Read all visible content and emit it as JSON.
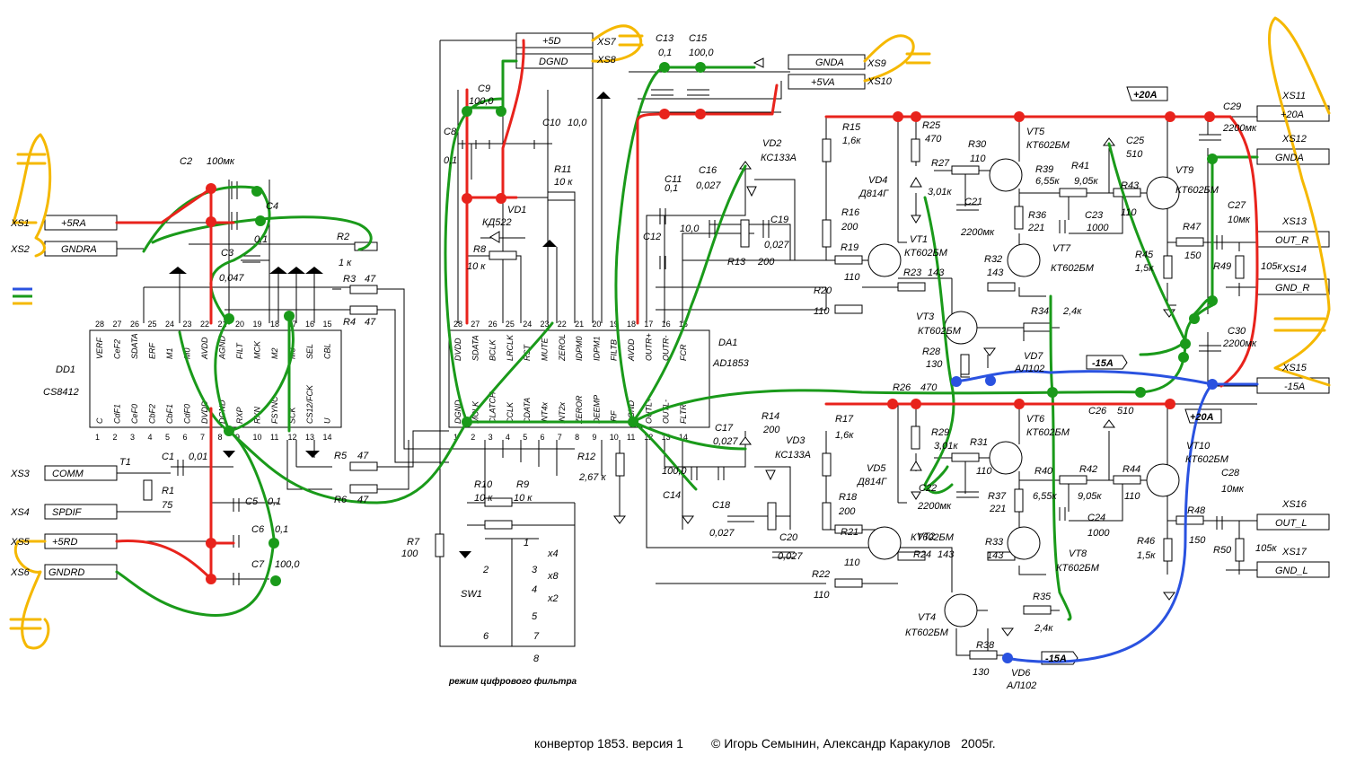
{
  "diagram": {
    "footer": "конвертор 1853. версия 1        © Игорь Семынин, Александр Каракулов   2005г.",
    "caption_filter": "режим цифрового фильтра",
    "chips": {
      "dd1": {
        "ref": "DD1",
        "name": "CS8412",
        "top_pins": [
          "VERF",
          "CeF2",
          "SDATA",
          "ERF",
          "M1",
          "M0",
          "AVDD",
          "AGND",
          "FILT",
          "MCK",
          "M2",
          "M3",
          "SEL",
          "CBL"
        ],
        "top_nums": [
          "28",
          "27",
          "26",
          "25",
          "24",
          "23",
          "22",
          "21",
          "20",
          "19",
          "18",
          "17",
          "16",
          "15"
        ],
        "bot_pins": [
          "C",
          "CdF1",
          "CeF0",
          "CbF2",
          "CbF1",
          "CdF0",
          "DVDD",
          "DGND",
          "RXP",
          "RXN",
          "FSYNC",
          "SCK",
          "CS12/FCK",
          "U"
        ],
        "bot_nums": [
          "1",
          "2",
          "3",
          "4",
          "5",
          "6",
          "7",
          "8",
          "9",
          "10",
          "11",
          "12",
          "13",
          "14"
        ]
      },
      "da1": {
        "ref": "DA1",
        "name": "AD1853",
        "top_pins": [
          "DVDD",
          "SDATA",
          "BCLK",
          "LRCLK",
          "RST",
          "MUTE",
          "ZEROL",
          "IDPM0",
          "IDPM1",
          "FILTB",
          "AVDD",
          "OUTR+",
          "OUTR-",
          "FCR"
        ],
        "top_nums": [
          "28",
          "27",
          "26",
          "25",
          "24",
          "23",
          "22",
          "21",
          "20",
          "19",
          "18",
          "17",
          "16",
          "15"
        ],
        "bot_pins": [
          "DGND",
          "MCLK",
          "CLATCH",
          "CCLK",
          "CDATA",
          "INT4x",
          "INT2x",
          "ZEROR",
          "DEEMP",
          "IRF",
          "AGND",
          "OUTL+",
          "OUTL-",
          "FLTR"
        ],
        "bot_nums": [
          "1",
          "2",
          "3",
          "4",
          "5",
          "6",
          "7",
          "8",
          "9",
          "10",
          "11",
          "12",
          "13",
          "14"
        ]
      }
    },
    "connectors": [
      {
        "ref": "XS1",
        "label": "+5RA"
      },
      {
        "ref": "XS2",
        "label": "GNDRA"
      },
      {
        "ref": "XS3",
        "label": "COMM"
      },
      {
        "ref": "XS4",
        "label": "SPDIF"
      },
      {
        "ref": "XS5",
        "label": "+5RD"
      },
      {
        "ref": "XS6",
        "label": "GNDRD"
      },
      {
        "ref": "XS7",
        "label": "+5D"
      },
      {
        "ref": "XS8",
        "label": "DGND"
      },
      {
        "ref": "XS9",
        "label": "GNDA"
      },
      {
        "ref": "XS10",
        "label": "+5VA"
      },
      {
        "ref": "XS11",
        "label": "+20A"
      },
      {
        "ref": "XS12",
        "label": "GNDA"
      },
      {
        "ref": "XS13",
        "label": "OUT_R"
      },
      {
        "ref": "XS14",
        "label": "GND_R"
      },
      {
        "ref": "XS15",
        "label": "-15A"
      },
      {
        "ref": "XS16",
        "label": "OUT_L"
      },
      {
        "ref": "XS17",
        "label": "GND_L"
      }
    ],
    "rail_tags": {
      "p20a_top": "+20A",
      "m15a_mid": "-15A",
      "p20a_mid": "+20A",
      "m15a_bot": "-15A"
    },
    "labels": [
      {
        "t": "C2"
      },
      {
        "t": "100мк"
      },
      {
        "t": "C4"
      },
      {
        "t": "0,1"
      },
      {
        "t": "C3"
      },
      {
        "t": "0,047"
      },
      {
        "t": "R2"
      },
      {
        "t": "1 к"
      },
      {
        "t": "R3"
      },
      {
        "t": "47"
      },
      {
        "t": "R4"
      },
      {
        "t": "47"
      },
      {
        "t": "C1"
      },
      {
        "t": "0,01"
      },
      {
        "t": "T1"
      },
      {
        "t": "R1"
      },
      {
        "t": "75"
      },
      {
        "t": "C5"
      },
      {
        "t": "0,1"
      },
      {
        "t": "C6"
      },
      {
        "t": "0,1"
      },
      {
        "t": "C7"
      },
      {
        "t": "100,0"
      },
      {
        "t": "R5"
      },
      {
        "t": "47"
      },
      {
        "t": "R6"
      },
      {
        "t": "47"
      },
      {
        "t": "C9"
      },
      {
        "t": "100,0"
      },
      {
        "t": "C8"
      },
      {
        "t": "0,1"
      },
      {
        "t": "C10"
      },
      {
        "t": "10,0"
      },
      {
        "t": "R11"
      },
      {
        "t": "10 к"
      },
      {
        "t": "VD1"
      },
      {
        "t": "КД522"
      },
      {
        "t": "R8"
      },
      {
        "t": "10 к"
      },
      {
        "t": "C13"
      },
      {
        "t": "0,1"
      },
      {
        "t": "C15"
      },
      {
        "t": "100,0"
      },
      {
        "t": "C11"
      },
      {
        "t": "0,1"
      },
      {
        "t": "C12"
      },
      {
        "t": "10,0"
      },
      {
        "t": "C16"
      },
      {
        "t": "0,027"
      },
      {
        "t": "VD2"
      },
      {
        "t": "КС133А"
      },
      {
        "t": "R13"
      },
      {
        "t": "200"
      },
      {
        "t": "C19"
      },
      {
        "t": "0,027"
      },
      {
        "t": "R16"
      },
      {
        "t": "200"
      },
      {
        "t": "R15"
      },
      {
        "t": "1,6к"
      },
      {
        "t": "R19"
      },
      {
        "t": "110"
      },
      {
        "t": "R20"
      },
      {
        "t": "110"
      },
      {
        "t": "R25"
      },
      {
        "t": "470"
      },
      {
        "t": "R27"
      },
      {
        "t": "3,01к"
      },
      {
        "t": "VD4"
      },
      {
        "t": "Д814Г"
      },
      {
        "t": "C21"
      },
      {
        "t": "2200мк"
      },
      {
        "t": "R30"
      },
      {
        "t": "110"
      },
      {
        "t": "VT5"
      },
      {
        "t": "КТ602БМ"
      },
      {
        "t": "R39"
      },
      {
        "t": "6,55к"
      },
      {
        "t": "R41"
      },
      {
        "t": "9,05к"
      },
      {
        "t": "R43"
      },
      {
        "t": "110"
      },
      {
        "t": "C25"
      },
      {
        "t": "510"
      },
      {
        "t": "VT9"
      },
      {
        "t": "КТ602БМ"
      },
      {
        "t": "C29"
      },
      {
        "t": "2200мк"
      },
      {
        "t": "R36"
      },
      {
        "t": "221"
      },
      {
        "t": "C23"
      },
      {
        "t": "1000"
      },
      {
        "t": "VT1"
      },
      {
        "t": "КТ602БМ"
      },
      {
        "t": "R23"
      },
      {
        "t": "143"
      },
      {
        "t": "R32"
      },
      {
        "t": "143"
      },
      {
        "t": "VT7"
      },
      {
        "t": "КТ602БМ"
      },
      {
        "t": "R47"
      },
      {
        "t": "150"
      },
      {
        "t": "C27"
      },
      {
        "t": "10мк"
      },
      {
        "t": "R45"
      },
      {
        "t": "1,5к"
      },
      {
        "t": "R49"
      },
      {
        "t": "105к"
      },
      {
        "t": "VT3"
      },
      {
        "t": "КТ602БМ"
      },
      {
        "t": "R34"
      },
      {
        "t": "2,4к"
      },
      {
        "t": "R28"
      },
      {
        "t": "130"
      },
      {
        "t": "VD7"
      },
      {
        "t": "АЛ102"
      },
      {
        "t": "C30"
      },
      {
        "t": "2200мк"
      },
      {
        "t": "R26"
      },
      {
        "t": "470"
      },
      {
        "t": "C26"
      },
      {
        "t": "510"
      },
      {
        "t": "R17"
      },
      {
        "t": "1,6к"
      },
      {
        "t": "R29"
      },
      {
        "t": "3,01к"
      },
      {
        "t": "R31"
      },
      {
        "t": "110"
      },
      {
        "t": "VT6"
      },
      {
        "t": "КТ602БМ"
      },
      {
        "t": "VD5"
      },
      {
        "t": "Д814Г"
      },
      {
        "t": "C22"
      },
      {
        "t": "2200мк"
      },
      {
        "t": "R37"
      },
      {
        "t": "221"
      },
      {
        "t": "R40"
      },
      {
        "t": "6,55к"
      },
      {
        "t": "R42"
      },
      {
        "t": "9,05к"
      },
      {
        "t": "R44"
      },
      {
        "t": "110"
      },
      {
        "t": "VT10"
      },
      {
        "t": "КТ602БМ"
      },
      {
        "t": "C24"
      },
      {
        "t": "1000"
      },
      {
        "t": "C28"
      },
      {
        "t": "10мк"
      },
      {
        "t": "R48"
      },
      {
        "t": "150"
      },
      {
        "t": "R46"
      },
      {
        "t": "1,5к"
      },
      {
        "t": "R50"
      },
      {
        "t": "105к"
      },
      {
        "t": "C17"
      },
      {
        "t": "0,027"
      },
      {
        "t": "R14"
      },
      {
        "t": "200"
      },
      {
        "t": "VD3"
      },
      {
        "t": "КС133А"
      },
      {
        "t": "C14"
      },
      {
        "t": "100,0"
      },
      {
        "t": "C18"
      },
      {
        "t": "0,027"
      },
      {
        "t": "C20"
      },
      {
        "t": "0,027"
      },
      {
        "t": "R18"
      },
      {
        "t": "200"
      },
      {
        "t": "R21"
      },
      {
        "t": "110"
      },
      {
        "t": "R22"
      },
      {
        "t": "110"
      },
      {
        "t": "VT2"
      },
      {
        "t": "КТ602БМ"
      },
      {
        "t": "R24"
      },
      {
        "t": "143"
      },
      {
        "t": "R33"
      },
      {
        "t": "143"
      },
      {
        "t": "VT8"
      },
      {
        "t": "КТ602БМ"
      },
      {
        "t": "VT4"
      },
      {
        "t": "КТ602БМ"
      },
      {
        "t": "R35"
      },
      {
        "t": "2,4к"
      },
      {
        "t": "R38"
      },
      {
        "t": "130"
      },
      {
        "t": "VD6"
      },
      {
        "t": "АЛ102"
      },
      {
        "t": "R12"
      },
      {
        "t": "2,67 к"
      },
      {
        "t": "R10"
      },
      {
        "t": "10 к"
      },
      {
        "t": "R9"
      },
      {
        "t": "10 к"
      },
      {
        "t": "R7"
      },
      {
        "t": "100"
      },
      {
        "t": "SW1"
      },
      {
        "t": "1"
      },
      {
        "t": "2"
      },
      {
        "t": "3"
      },
      {
        "t": "4"
      },
      {
        "t": "5"
      },
      {
        "t": "6"
      },
      {
        "t": "7"
      },
      {
        "t": "8"
      },
      {
        "t": "x4"
      },
      {
        "t": "x8"
      },
      {
        "t": "x2"
      }
    ],
    "net_colors": {
      "ground": "#1a9a1a",
      "positive": "#e8231c",
      "negative": "#2a52e0",
      "power_leads": "#f5b800"
    }
  }
}
